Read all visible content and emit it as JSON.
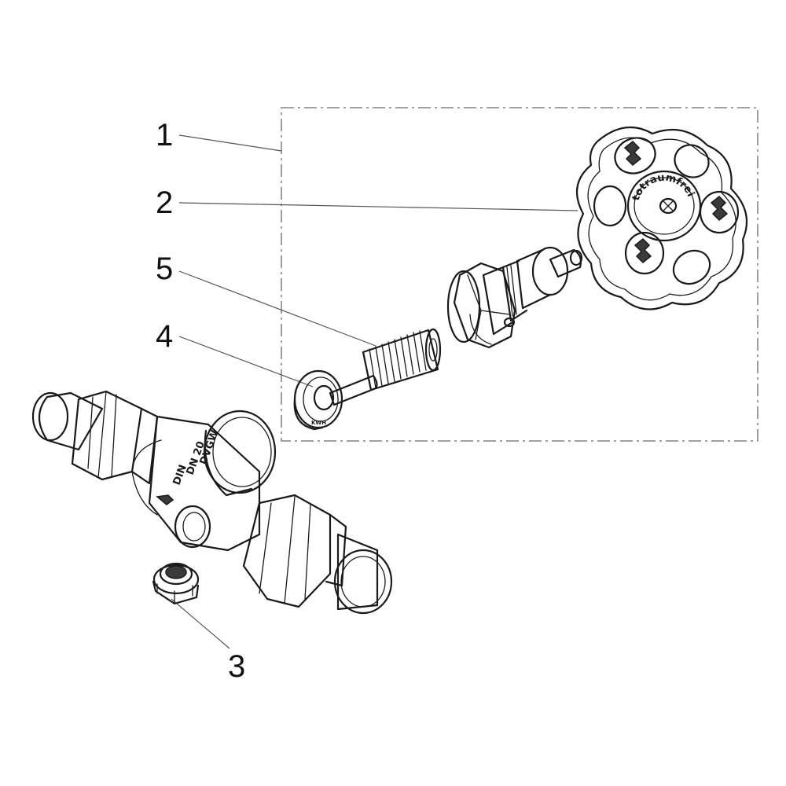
{
  "callouts": [
    {
      "id": "1",
      "label": "1"
    },
    {
      "id": "2",
      "label": "2"
    },
    {
      "id": "3",
      "label": "3"
    },
    {
      "id": "4",
      "label": "4"
    },
    {
      "id": "5",
      "label": "5"
    }
  ],
  "engravings": {
    "handwheel_ring": "totraumfrei",
    "body_marking": [
      "DVGW",
      "DN 20",
      "DIN"
    ],
    "washer_mark": "KWH"
  }
}
